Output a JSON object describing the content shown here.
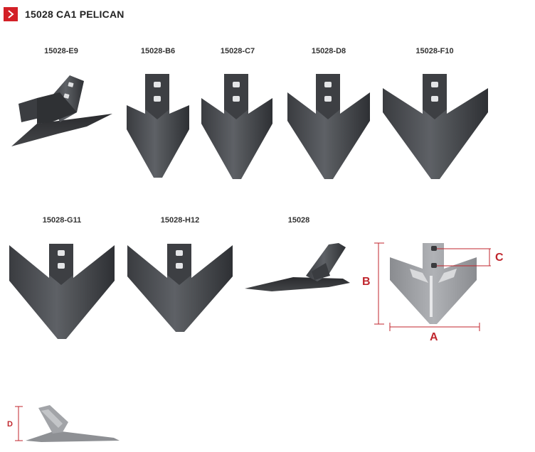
{
  "header": {
    "title": "15028 CA1 PELICAN",
    "icon": "chevron-right-icon",
    "accent_color": "#d32027"
  },
  "products": [
    {
      "label": "15028-E9"
    },
    {
      "label": "15028-B6"
    },
    {
      "label": "15028-C7"
    },
    {
      "label": "15028-D8"
    },
    {
      "label": "15028-F10"
    },
    {
      "label": "15028-G11"
    },
    {
      "label": "15028-H12"
    },
    {
      "label": "15028"
    }
  ],
  "diagram": {
    "dim_a": "A",
    "dim_b": "B",
    "dim_c": "C",
    "dim_d": "D",
    "dimension_color": "#c0262d"
  }
}
